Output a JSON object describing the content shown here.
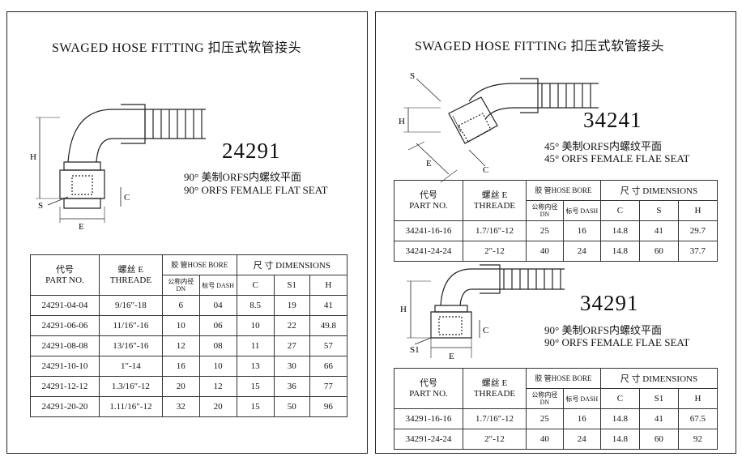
{
  "left": {
    "title": "SWAGED HOSE FITTING  扣压式软管接头",
    "code": "24291",
    "desc_cn": "90° 美制ORFS内螺纹平面",
    "desc_en": "90° ORFS FEMALE FLAT SEAT",
    "dim_labels": {
      "h": "H",
      "s": "S",
      "c": "C",
      "e": "E"
    },
    "table": {
      "h_code_cn": "代号",
      "h_code_en": "PART NO.",
      "h_thread_cn": "螺丝 E",
      "h_thread_en": "THREADE",
      "h_hose": "胶 管HOSE BORE",
      "h_dim": "尺 寸 DIMENSIONS",
      "h_dn": "公称内径 DN",
      "h_dash": "标号 DASH",
      "h_c": "C",
      "h_s": "S1",
      "h_h": "H",
      "rows": [
        [
          "24291-04-04",
          "9/16″-18",
          "6",
          "04",
          "8.5",
          "19",
          "41"
        ],
        [
          "24291-06-06",
          "11/16″-16",
          "10",
          "06",
          "10",
          "22",
          "49.8"
        ],
        [
          "24291-08-08",
          "13/16″-16",
          "12",
          "08",
          "11",
          "27",
          "57"
        ],
        [
          "24291-10-10",
          "1″-14",
          "16",
          "10",
          "13",
          "30",
          "66"
        ],
        [
          "24291-12-12",
          "1.3/16″-12",
          "20",
          "12",
          "15",
          "36",
          "77"
        ],
        [
          "24291-20-20",
          "1.11/16″-12",
          "32",
          "20",
          "15",
          "50",
          "96"
        ]
      ]
    }
  },
  "right": {
    "title": "SWAGED HOSE FITTING  扣压式软管接头",
    "code_top": "34241",
    "desc_top_cn": "45° 美制ORFS内螺纹平面",
    "desc_top_en": "45° ORFS FEMALE FLAE SEAT",
    "dim_labels_top": {
      "s": "S",
      "h": "H",
      "e": "E",
      "c": "C"
    },
    "table_top": {
      "h_code_cn": "代号",
      "h_code_en": "PART NO.",
      "h_thread_cn": "螺丝 E",
      "h_thread_en": "THREADE",
      "h_hose": "胶 管HOSE BORE",
      "h_dim": "尺 寸 DIMENSIONS",
      "h_dn": "公称内径 DN",
      "h_dash": "标号 DASH",
      "h_c": "C",
      "h_s": "S",
      "h_h": "H",
      "rows": [
        [
          "34241-16-16",
          "1.7/16″-12",
          "25",
          "16",
          "14.8",
          "41",
          "29.7"
        ],
        [
          "34241-24-24",
          "2″-12",
          "40",
          "24",
          "14.8",
          "60",
          "37.7"
        ]
      ]
    },
    "code_bottom": "34291",
    "desc_bottom_cn": "90° 美制ORFS内螺纹平面",
    "desc_bottom_en": "90° ORFS FEMALE FLAE SEAT",
    "dim_labels_bottom": {
      "h": "H",
      "s": "S1",
      "c": "C",
      "e": "E"
    },
    "table_bottom": {
      "h_code_cn": "代号",
      "h_code_en": "PART NO.",
      "h_thread_cn": "螺丝 E",
      "h_thread_en": "THREADE",
      "h_hose": "胶 管HOSE BORE",
      "h_dim": "尺 寸 DIMENSIONS",
      "h_dn": "公称内径 DN",
      "h_dash": "标号 DASH",
      "h_c": "C",
      "h_s": "S1",
      "h_h": "H",
      "rows": [
        [
          "34291-16-16",
          "1.7/16″-12",
          "25",
          "16",
          "14.8",
          "41",
          "67.5"
        ],
        [
          "34291-24-24",
          "2″-12",
          "40",
          "24",
          "14.8",
          "60",
          "92"
        ]
      ]
    }
  }
}
